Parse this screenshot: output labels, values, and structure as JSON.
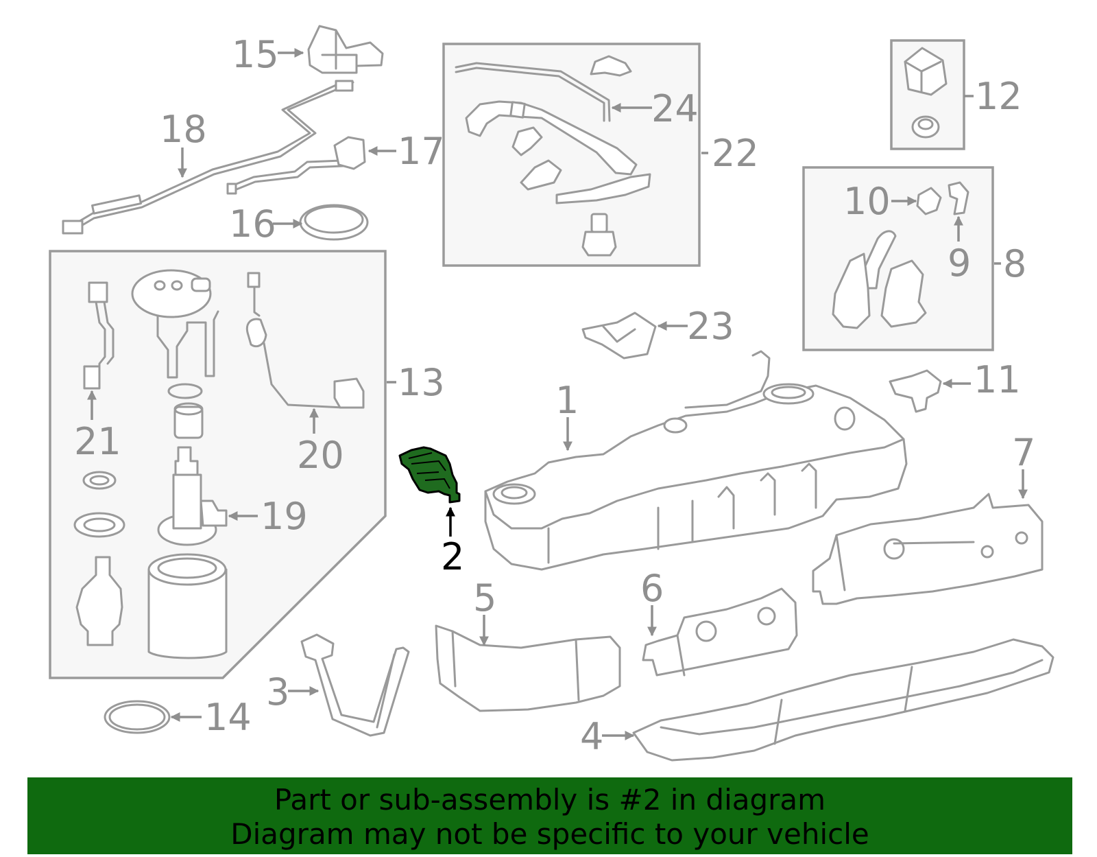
{
  "callouts": {
    "c1": "1",
    "c2": "2",
    "c3": "3",
    "c4": "4",
    "c5": "5",
    "c6": "6",
    "c7": "7",
    "c8": "8",
    "c9": "9",
    "c10": "10",
    "c11": "11",
    "c12": "12",
    "c13": "13",
    "c14": "14",
    "c15": "15",
    "c16": "16",
    "c17": "17",
    "c18": "18",
    "c19": "19",
    "c20": "20",
    "c21": "21",
    "c22": "22",
    "c23": "23",
    "c24": "24"
  },
  "highlight": {
    "part_number": "2",
    "color": "#1f6b1f"
  },
  "banner": {
    "line1": "Part or sub-assembly is #2 in diagram",
    "line2": "Diagram may not be specific to your vehicle",
    "background": "#0f6a0f"
  }
}
